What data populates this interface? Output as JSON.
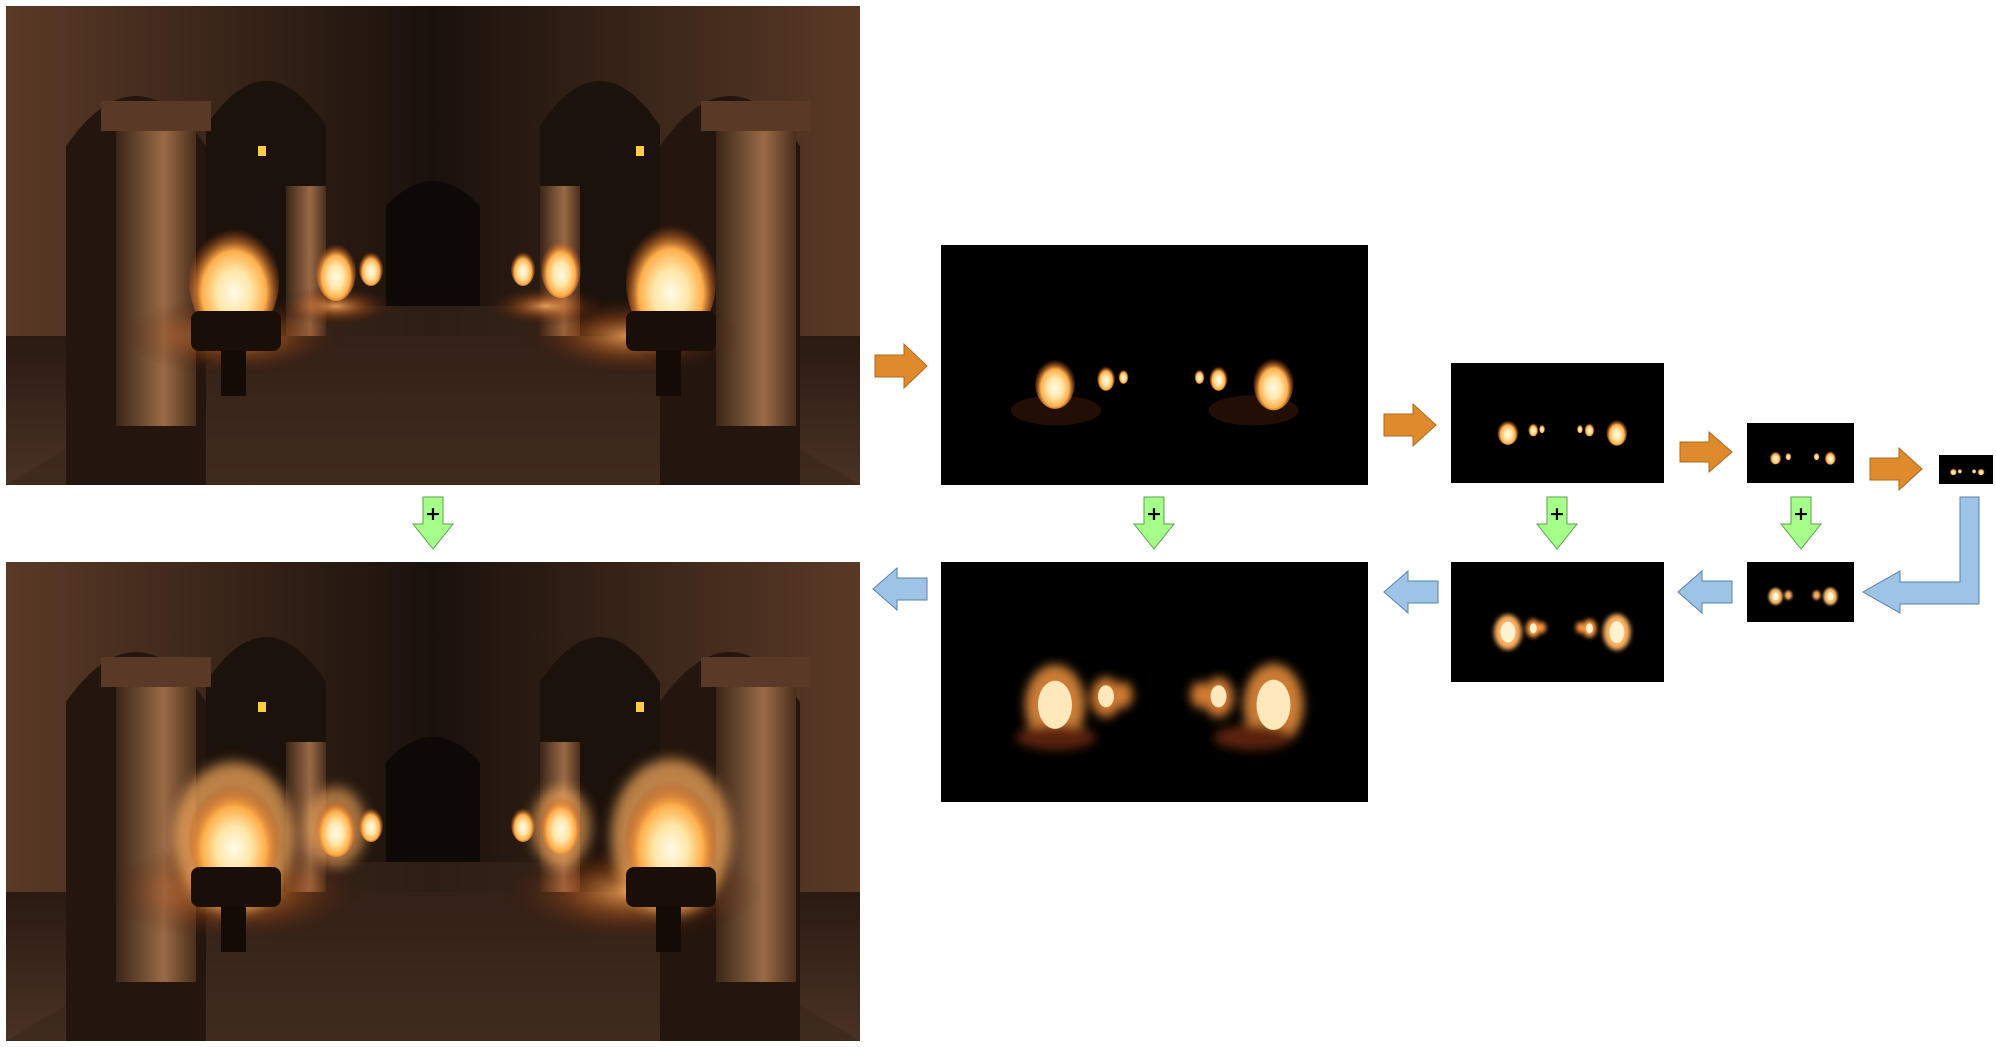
{
  "diagram": {
    "panels": [
      {
        "id": "scene-full",
        "kind": "scene"
      },
      {
        "id": "bright-half",
        "kind": "bright-pass"
      },
      {
        "id": "bright-quarter",
        "kind": "bright-pass"
      },
      {
        "id": "bright-eighth",
        "kind": "bright-pass"
      },
      {
        "id": "bright-sixteenth",
        "kind": "bright-pass"
      },
      {
        "id": "blur-eighth",
        "kind": "blurred"
      },
      {
        "id": "blur-quarter",
        "kind": "blurred"
      },
      {
        "id": "blur-half",
        "kind": "blurred"
      },
      {
        "id": "scene-composite",
        "kind": "scene-bloomed"
      }
    ],
    "downsample_arrows": 4,
    "upsample_arrows": 4,
    "add_arrows": 4,
    "add_symbol": "+",
    "colors": {
      "downsample_arrow": "#e08a2e",
      "upsample_arrow": "#9dc3e6",
      "add_arrow": "#a6ff8a",
      "arrow_stroke": "#5a6b80",
      "background": "#ffffff"
    }
  }
}
